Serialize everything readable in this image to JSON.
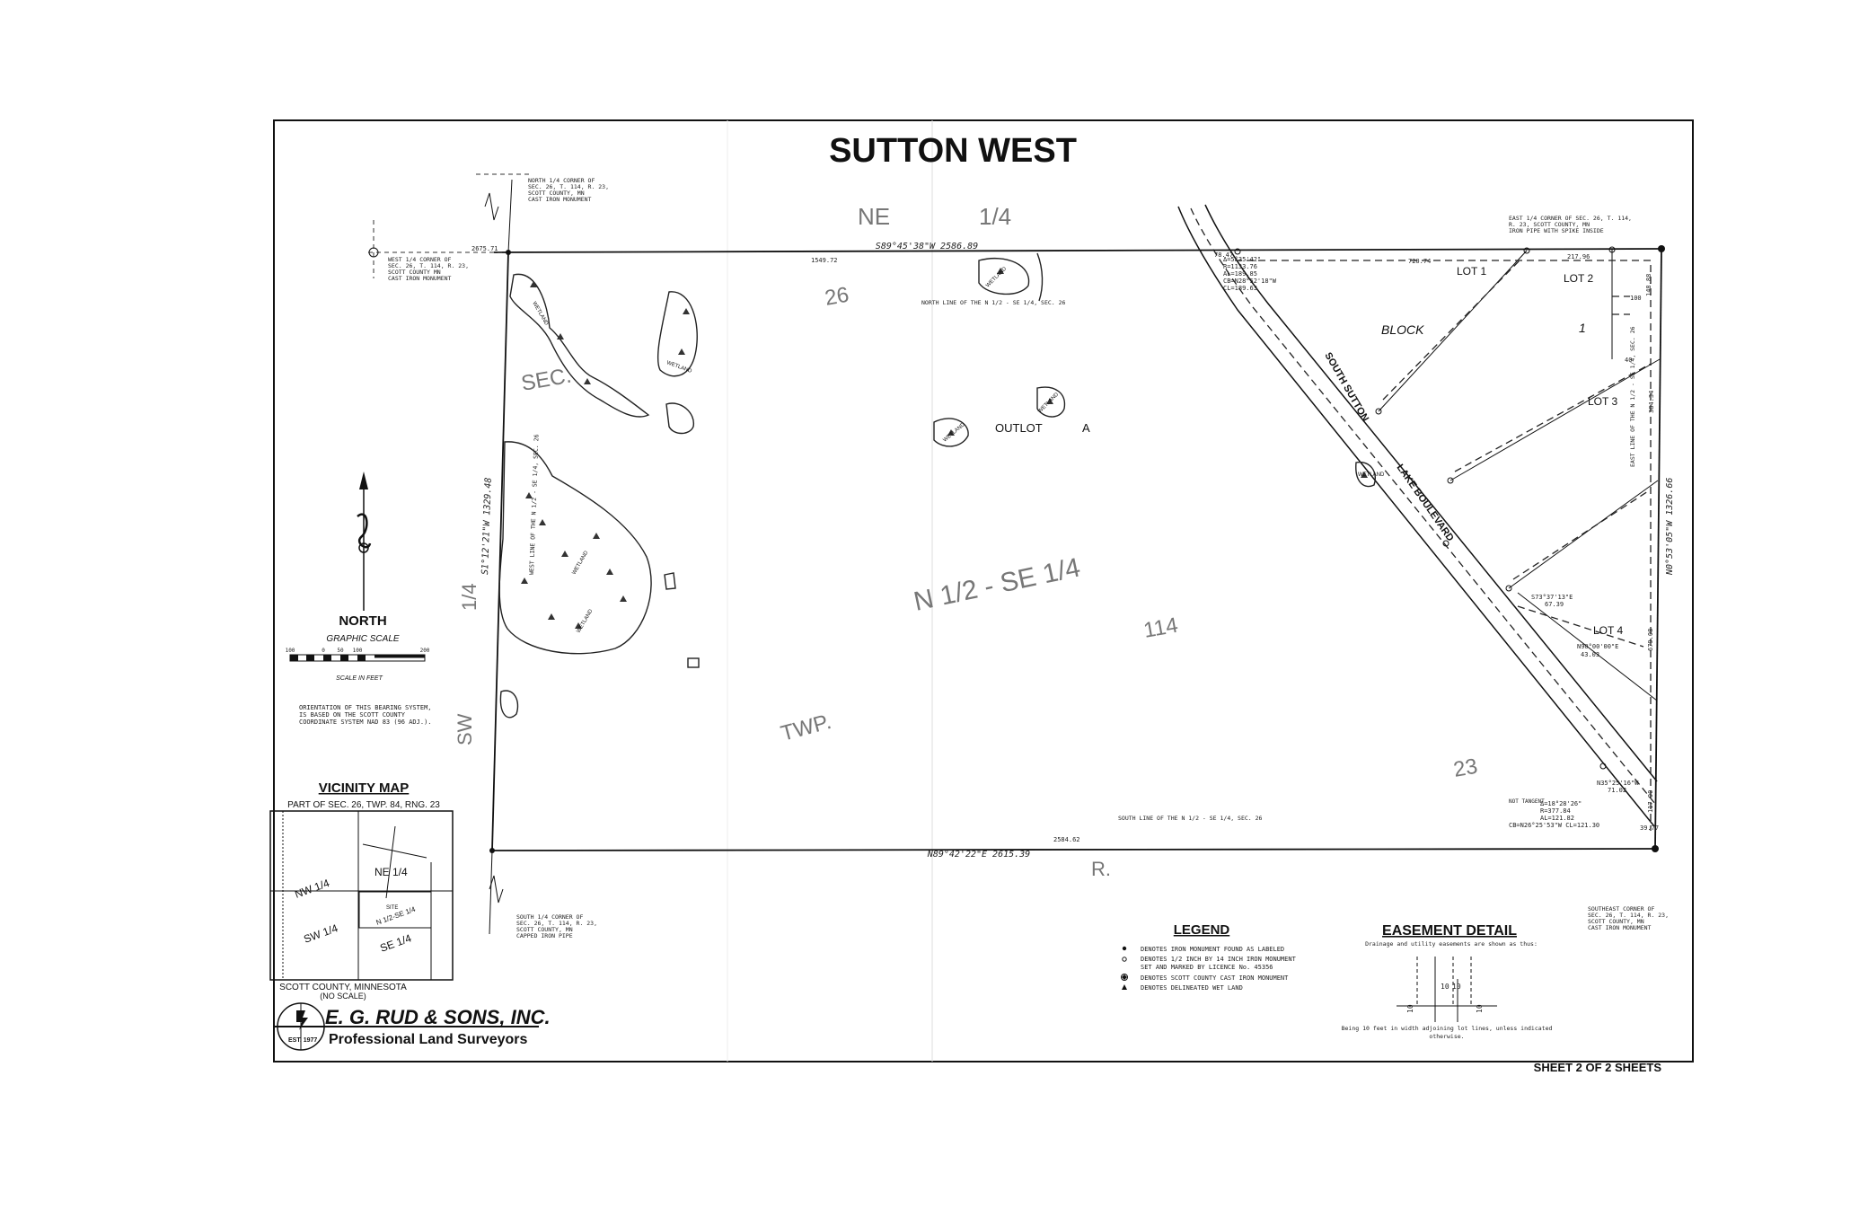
{
  "title": "SUTTON WEST",
  "section_labels": {
    "ne": "NE",
    "ne_q": "1/4",
    "sec": "SEC.",
    "sec_num": "26",
    "n_half": "N 1/2 - SE 1/4",
    "t114": "114",
    "twp": "TWP.",
    "r23": "23",
    "r": "R.",
    "sw": "SW",
    "sw_q": "1/4"
  },
  "outlot": {
    "label": "OUTLOT",
    "letter": "A"
  },
  "block": {
    "label": "BLOCK",
    "number": "1"
  },
  "lots": [
    "LOT 1",
    "LOT 2",
    "LOT 3",
    "LOT 4"
  ],
  "street": {
    "name1": "SOUTH SUTTON",
    "name2": "LAKE BOULEVARD"
  },
  "wetland_label": "WETLAND",
  "bearings": {
    "north_line": "S89°45'38\"W   2586.89",
    "south_line": "N89°42'22\"E   2615.39",
    "west_line": "S1°12'21\"W   1329.48",
    "east_line": "N0°53'05\"W   1326.66"
  },
  "dims": {
    "d1549": "1549.72",
    "d2675": "2675.71",
    "d2584": "2584.62",
    "d78": "78.47",
    "d720": "720.74",
    "d217": "217.96",
    "d148": "148.88",
    "d100": "100",
    "d40": "40",
    "d384": "384.34",
    "d679": "679.08",
    "d117": "117.90",
    "d39": "39.77"
  },
  "curve_notes": {
    "c1": [
      "Δ=5°35'42\"",
      "R=1133.76",
      "AL=189.85",
      "CB=N28°52'18\"W",
      "CL=189.63"
    ],
    "c2": [
      "Δ=18°28'26\"",
      "R=377.84",
      "AL=121.82",
      "CB=N26°25'53\"W  CL=121.30"
    ],
    "b1": "N35°25'16\"W",
    "b1d": "71.02",
    "b2": "S73°37'13\"E",
    "b2d": "67.39",
    "b3": "N90°00'00\"E",
    "b3d": "43.03",
    "non_tangent": "NOT TANGENT"
  },
  "corner_notes": {
    "north_q": [
      "NORTH 1/4 CORNER OF",
      "SEC. 26, T. 114, R. 23,",
      "SCOTT COUNTY, MN",
      "CAST IRON MONUMENT"
    ],
    "west_q": [
      "WEST 1/4 CORNER OF",
      "SEC. 26, T. 114, R. 23,",
      "SCOTT COUNTY MN",
      "CAST IRON MONUMENT"
    ],
    "east_q": [
      "EAST 1/4 CORNER OF SEC. 26, T. 114,",
      "R. 23, SCOTT COUNTY, MN",
      "IRON PIPE WITH SPIKE INSIDE"
    ],
    "south_q": [
      "SOUTH 1/4 CORNER OF",
      "SEC. 26, T. 114, R. 23,",
      "SCOTT COUNTY, MN",
      "CAPPED IRON PIPE"
    ],
    "se": [
      "SOUTHEAST CORNER OF",
      "SEC. 26, T. 114, R. 23,",
      "SCOTT COUNTY, MN",
      "CAST IRON MONUMENT"
    ],
    "n_line_note": "NORTH LINE OF THE N 1/2 - SE 1/4, SEC. 26",
    "s_line_note": "SOUTH LINE OF THE N 1/2 - SE 1/4, SEC. 26",
    "w_line_note": "WEST LINE OF THE N 1/2 - SE 1/4, SEC. 26",
    "e_line_note": "EAST LINE OF THE N 1/2 - SE 1/4, SEC. 26"
  },
  "north": {
    "label": "NORTH",
    "scale_title": "GRAPHIC SCALE",
    "ticks": [
      "100",
      "0",
      "50",
      "100",
      "200"
    ],
    "scale_units": "SCALE IN FEET"
  },
  "orientation_note": [
    "ORIENTATION OF THIS BEARING SYSTEM,",
    "IS BASED ON THE SCOTT COUNTY",
    "COORDINATE SYSTEM NAD 83 (96 ADJ.)."
  ],
  "vicinity": {
    "title": "VICINITY MAP",
    "subtitle": "PART OF SEC. 26, TWP. 84, RNG. 23",
    "labels": [
      "NW 1/4",
      "NE 1/4",
      "SW 1/4",
      "SE 1/4",
      "N 1/2-SE 1/4",
      "SITE"
    ],
    "footer1": "SCOTT COUNTY, MINNESOTA",
    "footer2": "(NO SCALE)"
  },
  "company": {
    "name": "E. G. RUD & SONS, INC.",
    "tagline": "Professional Land Surveyors",
    "est": "EST. 1977"
  },
  "legend": {
    "title": "LEGEND",
    "items": [
      "DENOTES IRON MONUMENT FOUND AS LABELED",
      "DENOTES 1/2 INCH BY 14 INCH IRON MONUMENT",
      "SET AND MARKED BY LICENCE No. 45356",
      "DENOTES SCOTT COUNTY CAST IRON MONUMENT",
      "DENOTES DELINEATED WET LAND"
    ]
  },
  "easement": {
    "title": "EASEMENT DETAIL",
    "note": "Drainage and utility easements are shown as thus:",
    "dims": [
      "10",
      "10",
      "10",
      "10"
    ],
    "footer1": "Being 10 feet in width adjoining lot lines, unless indicated",
    "footer2": "otherwise."
  },
  "sheet": "SHEET 2 OF 2 SHEETS"
}
